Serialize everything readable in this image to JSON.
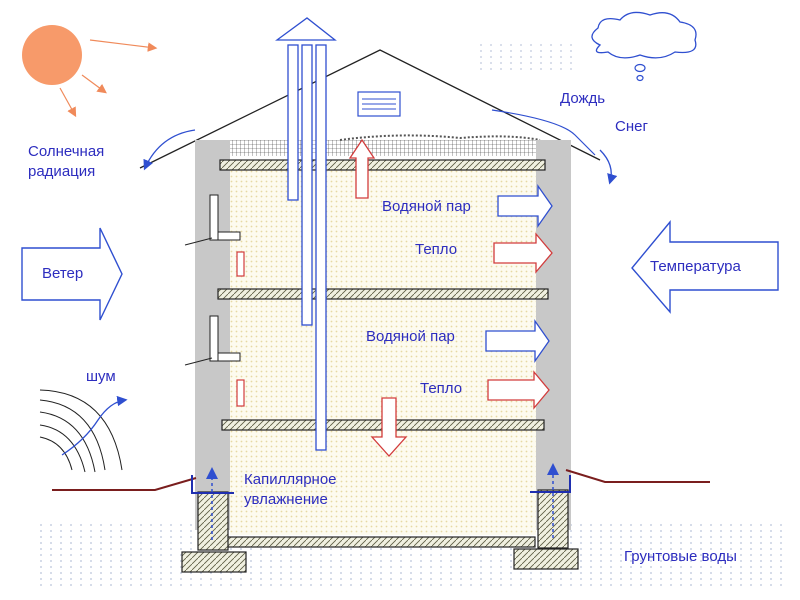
{
  "labels": {
    "solar": "Солнечная радиация",
    "wind": "Ветер",
    "noise": "шум",
    "rain": "Дождь",
    "snow": "Снег",
    "temperature": "Температура",
    "vapor_upper": "Водяной пар",
    "heat_upper": "Тепло",
    "vapor_lower": "Водяной пар",
    "heat_lower": "Тепло",
    "capillary": "Капиллярное увлажнение",
    "groundwater": "Грунтовые воды"
  },
  "colors": {
    "label_blue": "#2d2dbf",
    "arrow_blue": "#2f4fd0",
    "heat_red": "#d23c3c",
    "sun": "#f79a6a",
    "wall_gray": "#c8c8c8",
    "ground_line": "#7a1e1e",
    "fill_dots": "#efe6b8"
  },
  "icons": [
    "sun-icon",
    "cloud-icon",
    "wind-arrow-icon",
    "temperature-arrow-icon",
    "noise-waves-icon",
    "chimney-icon",
    "vent-grille-icon"
  ]
}
